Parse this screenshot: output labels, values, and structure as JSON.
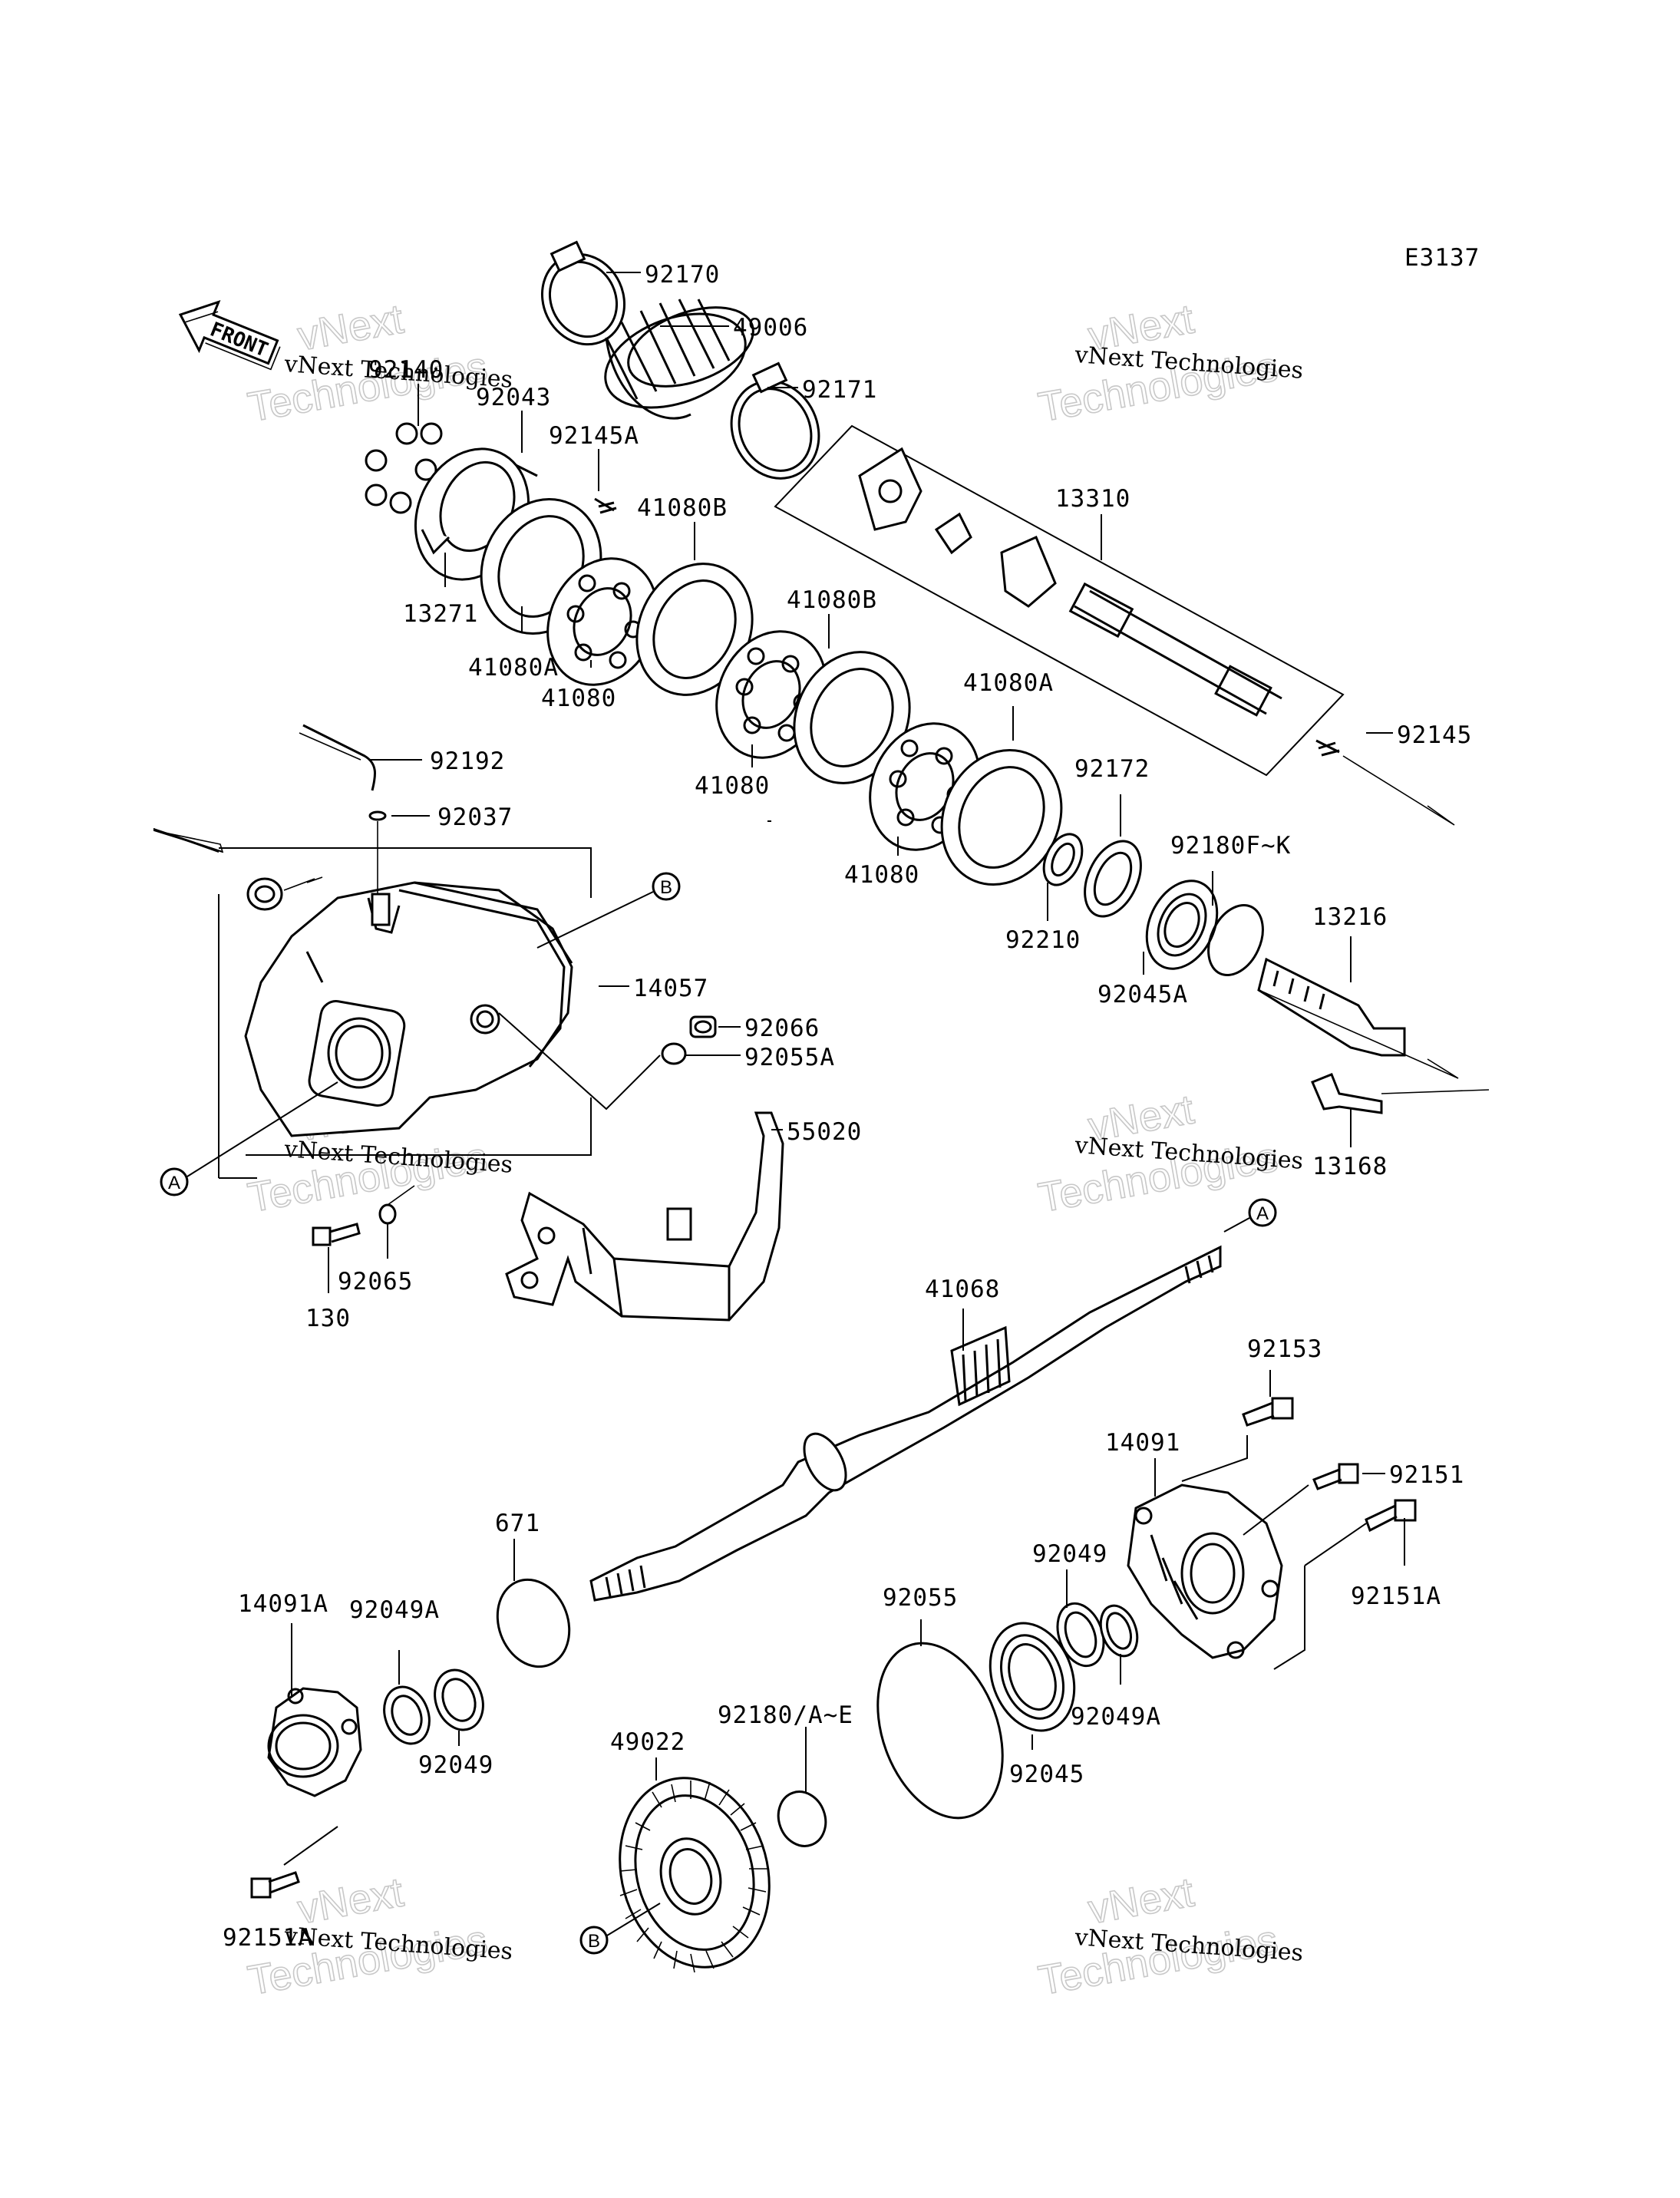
{
  "diagram_code": "E3137",
  "front_label": "FRONT",
  "watermark": {
    "brand_top": "vNext",
    "brand_bottom": "Technologies",
    "caption": "vNext Technologies"
  },
  "ref_markers": {
    "a": "A",
    "b": "B"
  },
  "parts": {
    "p92170": "92170",
    "p49006": "49006",
    "p92171": "92171",
    "p92140": "92140",
    "p92043": "92043",
    "p92145A": "92145A",
    "p41080B_1": "41080B",
    "p41080B_2": "41080B",
    "p13310": "13310",
    "p13271": "13271",
    "p41080A_1": "41080A",
    "p41080_1": "41080",
    "p41080_2": "41080",
    "p41080A_2": "41080A",
    "p92145": "92145",
    "p92192": "92192",
    "p92172": "92172",
    "p92037": "92037",
    "p41080_3": "41080",
    "p92180FK": "92180F~K",
    "p92210": "92210",
    "p13216": "13216",
    "p92045A": "92045A",
    "p14057": "14057",
    "p92066": "92066",
    "p92055A": "92055A",
    "p55020": "55020",
    "p13168": "13168",
    "p92065": "92065",
    "p130": "130",
    "p41068": "41068",
    "p92153": "92153",
    "p14091": "14091",
    "p92151": "92151",
    "p671": "671",
    "p92049_1": "92049",
    "p92151A_1": "92151A",
    "p92055": "92055",
    "p14091A": "14091A",
    "p92049A_1": "92049A",
    "p92180AE": "92180/A~E",
    "p92049A_2": "92049A",
    "p49022": "49022",
    "p92049_2": "92049",
    "p92045": "92045",
    "p92151A_2": "92151A"
  }
}
